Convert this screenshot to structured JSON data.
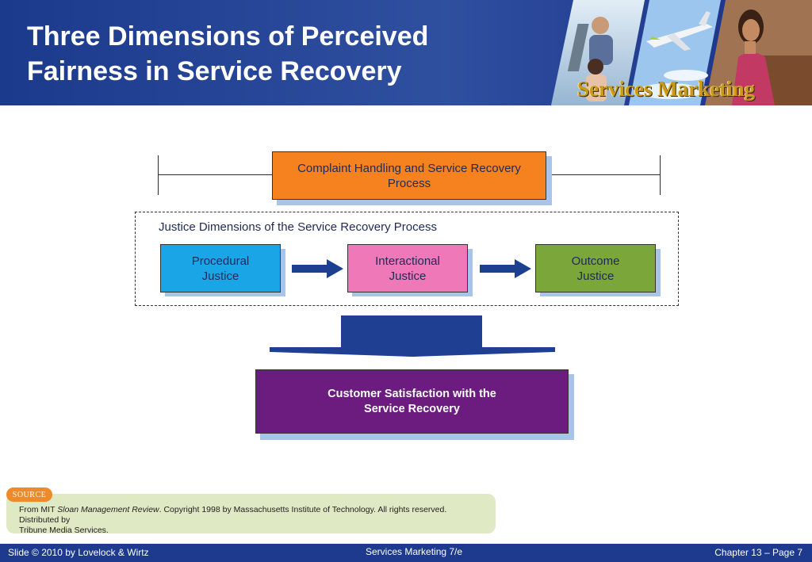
{
  "slide": {
    "title_line1": "Three Dimensions of Perceived",
    "title_line2": "Fairness in Service Recovery",
    "brand": "Services Marketing"
  },
  "diagram": {
    "top_box": {
      "line1": "Complaint Handling and Service Recovery",
      "line2": "Process",
      "color": "#f5821f"
    },
    "group_label": "Justice Dimensions of the Service Recovery Process",
    "dimensions": [
      {
        "line1": "Procedural",
        "line2": "Justice",
        "color": "#1aa6e6"
      },
      {
        "line1": "Interactional",
        "line2": "Justice",
        "color": "#ef78b8"
      },
      {
        "line1": "Outcome",
        "line2": "Justice",
        "color": "#7aa63a"
      }
    ],
    "result_box": {
      "line1": "Customer Satisfaction with the",
      "line2": "Service Recovery",
      "color": "#6b1c7e"
    }
  },
  "source": {
    "badge": "SOURCE",
    "text_prefix": "From MIT ",
    "text_italic": "Sloan Management Review",
    "text_suffix": ". Copyright 1998 by Massachusetts Institute of Technology. All rights reserved. Distributed by",
    "text_line2": "Tribune Media Services."
  },
  "footer": {
    "left": "Slide © 2010 by Lovelock & Wirtz",
    "middle": "Services Marketing 7/e",
    "right": "Chapter 13 – Page 7"
  }
}
